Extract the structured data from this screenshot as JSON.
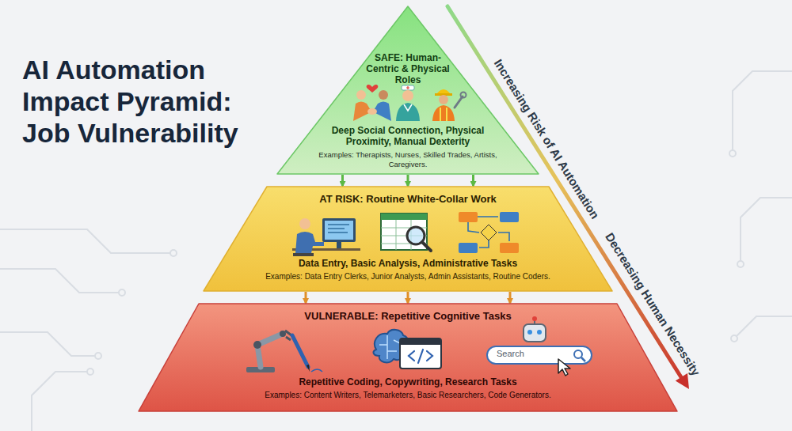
{
  "diagram": {
    "title": "AI Automation Impact Pyramid: Job Vulnerability",
    "nodes": [
      {
        "text": [
          "SAFE: Human-Centric & Physical Roles",
          "Deep Social Connection, Physical Proximity, Manual Dexterity",
          "Examples: Therapists, Nurses, Skilled Trades, Artists, Caregivers."
        ]
      },
      {
        "text": [
          "AT RISK: Routine White-Collar Work",
          "Data Entry, Basic Analysis, Administrative Tasks",
          "Examples: Data Entry Clerks, Junior Analysts, Admin Assistants, Routine Coders."
        ]
      },
      {
        "text": [
          "VULNERABLE: Repetitive Cognitive Tasks",
          "Repetitive Coding, Copywriting, Research Tasks",
          "Examples: Content Writers, Telemarketers, Basic Researchers, Code Generators."
        ]
      }
    ],
    "edges": [
      {
        "from": 0,
        "to": 1,
        "arrow": "to"
      },
      {
        "from": 0,
        "to": 1,
        "arrow": "to"
      },
      {
        "from": 0,
        "to": 1,
        "arrow": "to"
      },
      {
        "from": 1,
        "to": 2,
        "arrow": "to"
      },
      {
        "from": 1,
        "to": 2,
        "arrow": "to"
      },
      {
        "from": 1,
        "to": 2,
        "arrow": "to"
      }
    ],
    "labels": [
      "Increasing Risk of AI Automation",
      "Decreasing Human Necessity",
      "Search"
    ]
  }
}
